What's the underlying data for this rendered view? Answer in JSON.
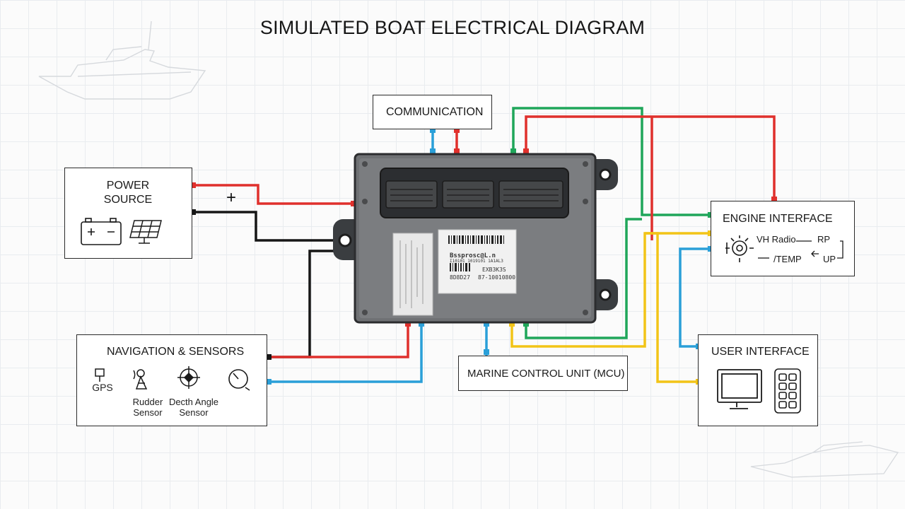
{
  "title": "SIMULATED BOAT ELECTRICAL DIAGRAM",
  "communication": {
    "label": "COMMUNICATION"
  },
  "power_source": {
    "label": "POWER\nSOURCE",
    "plus_symbol": "+",
    "icons": [
      "battery-icon",
      "solar-panel-icon"
    ]
  },
  "engine_interface": {
    "label": "ENGINE INTERFACE",
    "row1": "VH Radio",
    "row1_right": "RP",
    "row2": "/TEMP",
    "row2_right": "UP",
    "icon": "engine-icon"
  },
  "user_interface": {
    "label": "USER INTERFACE",
    "icons": [
      "monitor-icon",
      "keypad-icon"
    ]
  },
  "navigation": {
    "label": "NAVIGATION & SENSORS",
    "gps_label": "GPS",
    "rudder_label": "Rudder\nSensor",
    "depth_label": "Decth Angle\nSensor",
    "icons": [
      "gps-icon",
      "rudder-sensor-icon",
      "depth-sensor-icon",
      "gauge-icon"
    ]
  },
  "mcu": {
    "label": "MARINE CONTROL UNIT (MCU)"
  },
  "ecu_sticker": {
    "brand": "Bssprosc@L.n",
    "line1": "I10101 1019101 1A1AL3",
    "line2": "8D8D27",
    "line3": "EXB3K3S",
    "line4": "87-10010800"
  },
  "colors": {
    "power": "#e0302c",
    "signal": "#2a9fd8",
    "green": "#1fa65a",
    "yellow": "#f2c417",
    "ground": "#161616"
  }
}
